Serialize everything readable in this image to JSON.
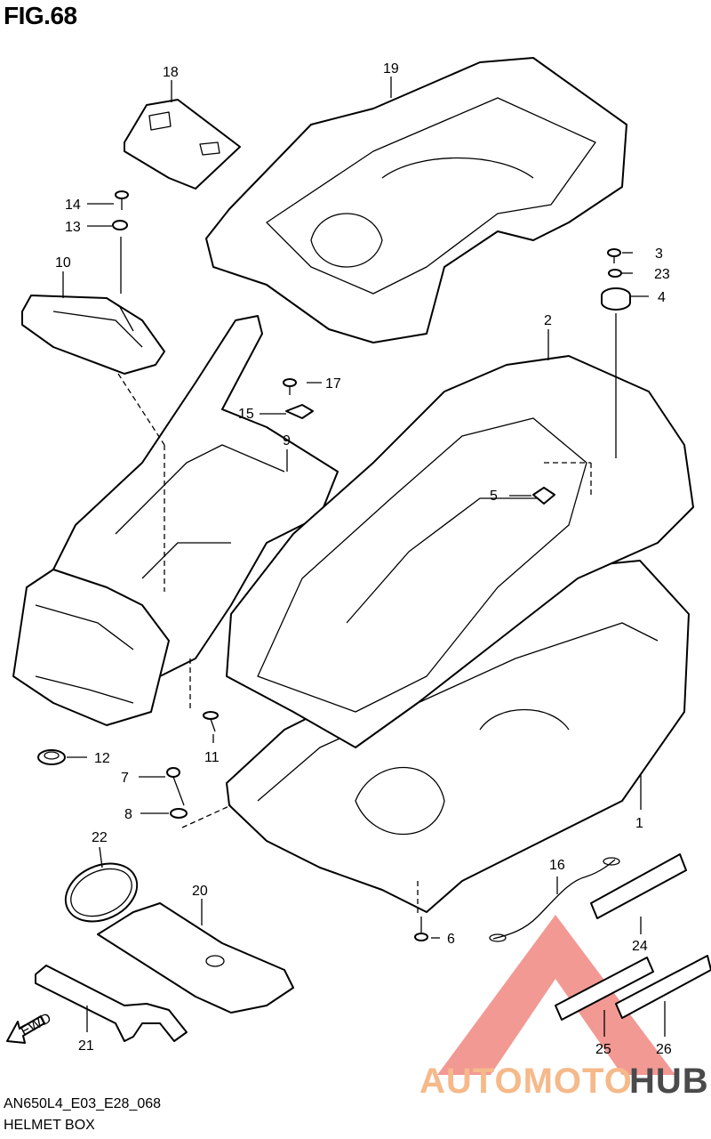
{
  "figure": {
    "title": "FIG.68",
    "code": "AN650L4_E03_E28_068",
    "name": "HELMET BOX"
  },
  "fwd_arrow": {
    "label": "FWD"
  },
  "callouts": {
    "c1": "1",
    "c2": "2",
    "c3": "3",
    "c4": "4",
    "c5": "5",
    "c6": "6",
    "c7": "7",
    "c8": "8",
    "c9": "9",
    "c10": "10",
    "c11": "11",
    "c12": "12",
    "c13": "13",
    "c14": "14",
    "c15": "15",
    "c16": "16",
    "c17": "17",
    "c18": "18",
    "c19": "19",
    "c20": "20",
    "c21": "21",
    "c22": "22",
    "c23": "23",
    "c24": "24",
    "c25": "25",
    "c26": "26"
  },
  "watermark": {
    "part_a": "AUTOMOTO",
    "part_b": "HUB",
    "color_a": "#f5b98a",
    "color_b": "#4a4a4a",
    "accent": "#e8453c"
  }
}
